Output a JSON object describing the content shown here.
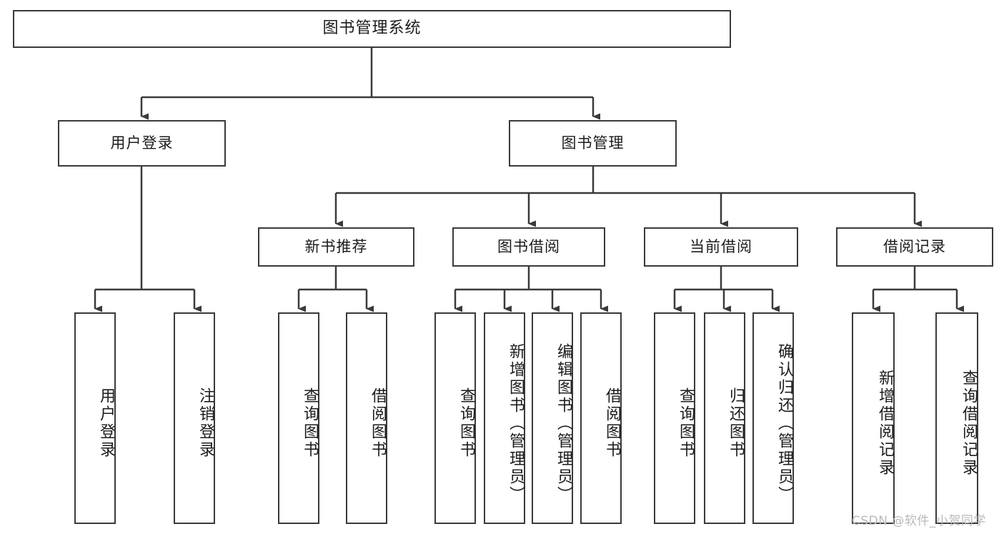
{
  "diagram": {
    "type": "tree-hierarchy",
    "title": "图书管理系统",
    "watermark": "CSDN @软件_小贺同学",
    "stroke_color": "#3a3a3a",
    "text_color": "#1c1c1c",
    "background": "#ffffff",
    "watermark_color": "#b9b9b9"
  },
  "nodes": {
    "root": {
      "label": "图书管理系统",
      "level": 1
    },
    "level2": [
      {
        "id": "user-login",
        "label": "用户登录"
      },
      {
        "id": "book-management",
        "label": "图书管理"
      }
    ],
    "level3": [
      {
        "id": "new-book-recommend",
        "label": "新书推荐"
      },
      {
        "id": "book-borrow",
        "label": "图书借阅"
      },
      {
        "id": "current-borrow",
        "label": "当前借阅"
      },
      {
        "id": "borrow-record",
        "label": "借阅记录"
      }
    ],
    "leaves": {
      "user_login": [
        {
          "id": "leaf-user-login",
          "label": "用户登录"
        },
        {
          "id": "leaf-logout-login",
          "label": "注销登录"
        }
      ],
      "new_book_recommend": [
        {
          "id": "leaf-query-book-1",
          "label": "查询图书"
        },
        {
          "id": "leaf-borrow-book-1",
          "label": "借阅图书"
        }
      ],
      "book_borrow": [
        {
          "id": "leaf-query-book-2",
          "label": "查询图书"
        },
        {
          "id": "leaf-add-book-admin",
          "label": "新增图书（管理员）"
        },
        {
          "id": "leaf-edit-book-admin",
          "label": "编辑图书（管理员）"
        },
        {
          "id": "leaf-borrow-book-2",
          "label": "借阅图书"
        }
      ],
      "current_borrow": [
        {
          "id": "leaf-query-book-3",
          "label": "查询图书"
        },
        {
          "id": "leaf-return-book",
          "label": "归还图书"
        },
        {
          "id": "leaf-confirm-return-admin",
          "label": "确认归还（管理员）"
        }
      ],
      "borrow_record": [
        {
          "id": "leaf-add-borrow-record",
          "label": "新增借阅记录"
        },
        {
          "id": "leaf-query-borrow-record",
          "label": "查询借阅记录"
        }
      ]
    }
  }
}
